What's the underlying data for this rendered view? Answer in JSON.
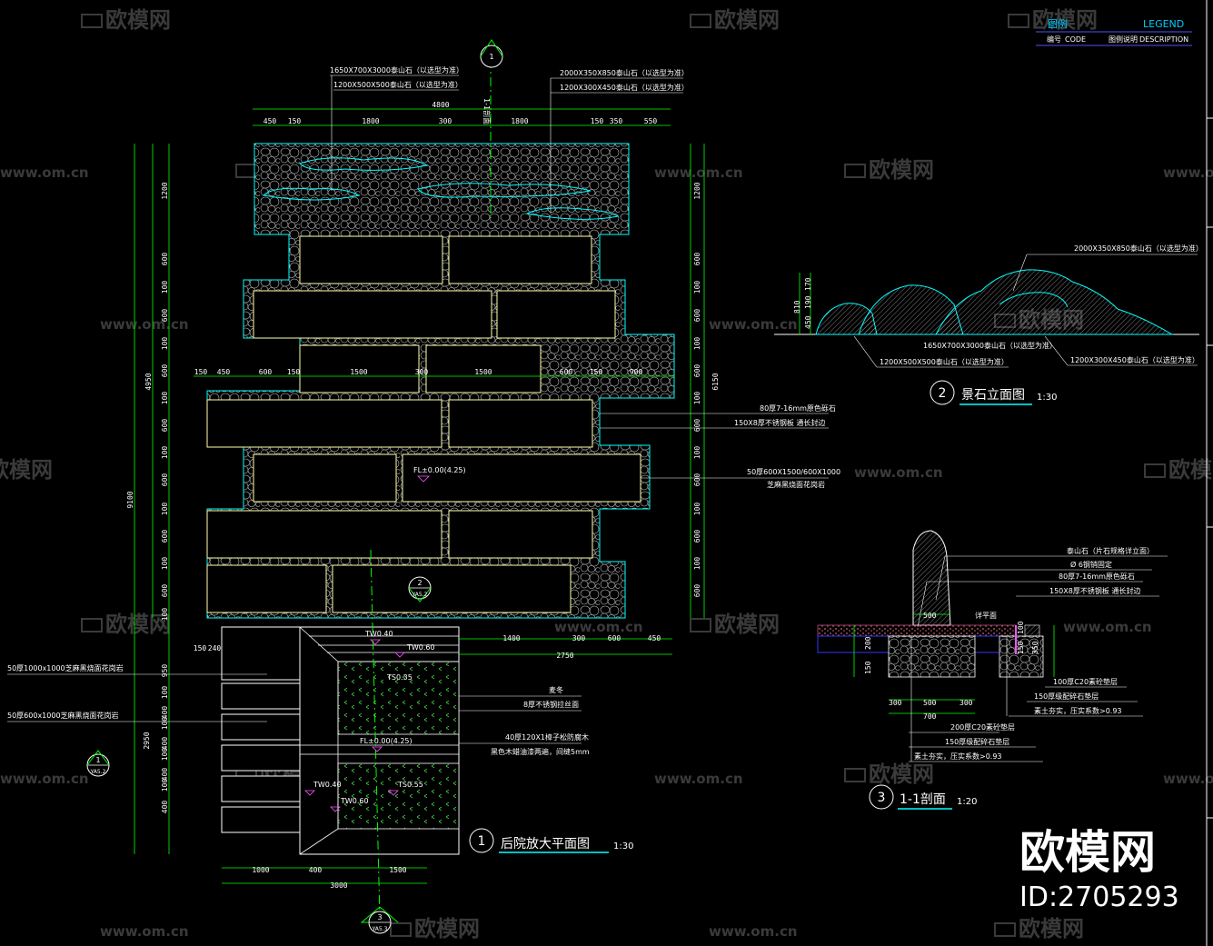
{
  "legend": {
    "title_cn": "图例",
    "title_en": "LEGEND",
    "code_cn": "编号",
    "code_en": "CODE",
    "desc_cn": "图例说明",
    "desc_en": "DESCRIPTION"
  },
  "watermark": {
    "logo": "欧模网",
    "url": "www.om.cn",
    "big_logo": "欧模网",
    "id": "ID:2705293"
  },
  "drawing1": {
    "number": "1",
    "title": "后院放大平面图",
    "scale": "1:30"
  },
  "drawing2": {
    "number": "2",
    "title": "景石立面图",
    "scale": "1:30"
  },
  "drawing3": {
    "number": "3",
    "title": "1-1剖面",
    "scale": "1:20"
  },
  "plan_top_dims": [
    "450",
    "150",
    "1800",
    "300",
    "1800",
    "150",
    "350",
    "550"
  ],
  "plan_top_total": "4800",
  "plan_mid_dims": [
    "150",
    "450",
    "600",
    "150",
    "1500",
    "300",
    "1500",
    "600",
    "150",
    "900"
  ],
  "plan_left_dims": [
    "1200",
    "600",
    "100",
    "600",
    "100",
    "600",
    "100",
    "600",
    "100",
    "600",
    "100",
    "600",
    "100",
    "600",
    "100"
  ],
  "plan_left_totals": {
    "upper": "4950",
    "total": "9100",
    "lower": "2950"
  },
  "plan_right_dims": [
    "1200",
    "600",
    "100",
    "600",
    "100",
    "600",
    "100",
    "600",
    "100",
    "600",
    "100",
    "600",
    "100",
    "600"
  ],
  "plan_right_total": "6150",
  "plan_bottom_dims": [
    "1000",
    "400",
    "1500"
  ],
  "plan_bottom_total": "3000",
  "plan_step_dims": [
    "1400",
    "300",
    "600",
    "450"
  ],
  "plan_step_total": "2750",
  "plan_left_steps": [
    "950",
    "100",
    "400",
    "100",
    "400",
    "100",
    "400",
    "100",
    "400"
  ],
  "plan_corner_dims": [
    "150",
    "240"
  ],
  "plan_labels": {
    "stone_a": "1650X700X3000泰山石（以选型为准）",
    "stone_b": "1200X500X500泰山石（以选型为准）",
    "stone_c": "2000X350X850泰山石（以选型为准）",
    "stone_d": "1200X300X450泰山石（以选型为准）",
    "gravel": "80厚7-16mm原色砾石",
    "edge": "150X8厚不锈钢板 通长封边",
    "paving": "50厚600X1500/600X1000",
    "paving2": "芝麻黑烧面花岗岩",
    "lawn": "50厚1000x1000芝麻黑烧面花岗岩",
    "lawn2": "50厚600x1000芝麻黑烧面花岗岩",
    "plant": "麦冬",
    "steel": "8厚不锈钢拉丝面",
    "wood": "40厚120X1樟子松防腐木",
    "wood2": "黑色木蜡油漆两遍，间缝5mm"
  },
  "levels": [
    "FL±0.00(4.25)",
    "TW0.40",
    "TW0.60",
    "TS0.35",
    "FL±0.00(4.25)",
    "TW0.40",
    "TS0.55",
    "TW0.60"
  ],
  "section_markers": {
    "top": "1",
    "a": "2",
    "b": "1",
    "c": "3"
  },
  "marker_sheets": {
    "a": "YA5.2",
    "b": "YA5.2",
    "c": "YA5.3"
  },
  "axis_label": "1-1剖面",
  "elevation": {
    "dims": [
      "810",
      "170",
      "190",
      "450"
    ],
    "label_top": "2000X350X850泰山石（以选型为准）",
    "label_a": "1650X700X3000泰山石（以选型为准）",
    "label_b": "1200X500X500泰山石（以选型为准）",
    "label_c": "1200X300X450泰山石（以选型为准）"
  },
  "section": {
    "labels": [
      "泰山石（片石规格详立面）",
      "Ø 6钢销固定",
      "80厚7-16mm原色砾石",
      "150X8厚不锈钢板 通长封边",
      "100厚C20素砼垫层",
      "150厚级配碎石垫层",
      "素土夯实，压实系数>0.93",
      "200厚C20素砼垫层",
      "150厚级配碎石垫层",
      "素土夯实，压实系数>0.93"
    ],
    "finish": "详平面",
    "dims_h": [
      "300",
      "500",
      "300"
    ],
    "dims_h_total": "700",
    "dims_v_left": [
      "200",
      "150"
    ],
    "dims_v_right": [
      "100",
      "150",
      "350"
    ],
    "dim_top": "500"
  }
}
